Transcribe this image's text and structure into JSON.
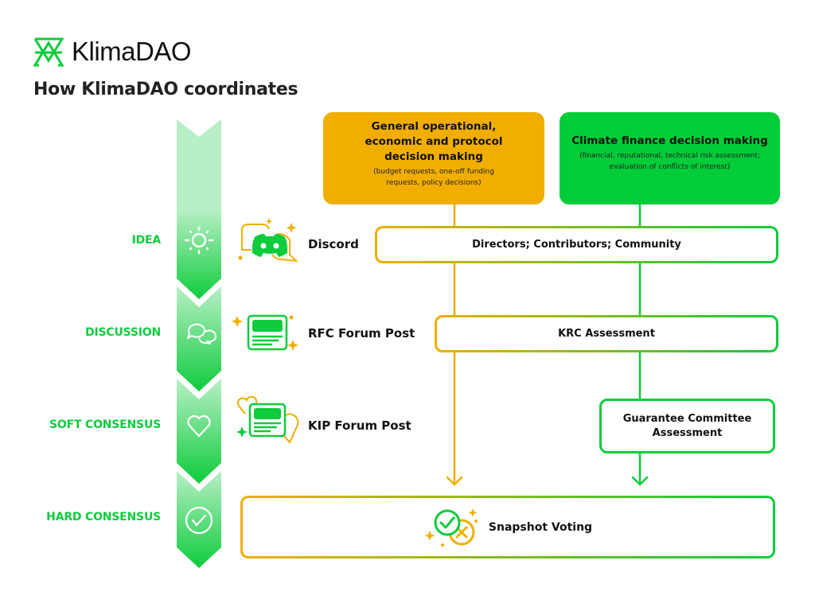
{
  "brand": {
    "name": "KlimaDAO",
    "logo_icon": "klimadao-logo-icon",
    "color": "#0ecc3c"
  },
  "page_title": "How KlimaDAO coordinates",
  "colors": {
    "orange": "#f1ae00",
    "green": "#0ecc3c",
    "green_box": "#01cd38",
    "text": "#111111"
  },
  "stages": [
    {
      "label": "IDEA",
      "icon": "sun-icon"
    },
    {
      "label": "DISCUSSION",
      "icon": "chat-bubbles-icon"
    },
    {
      "label": "SOFT CONSENSUS",
      "icon": "heart-icon"
    },
    {
      "label": "HARD CONSENSUS",
      "icon": "check-circle-icon"
    }
  ],
  "channels": [
    {
      "label": "Discord",
      "icon": "discord-icon"
    },
    {
      "label": "RFC Forum Post",
      "icon": "forum-post-icon"
    },
    {
      "label": "KIP Forum Post",
      "icon": "forum-post-heart-icon"
    }
  ],
  "tracks": {
    "operational": {
      "title": "General operational, economic and protocol decision making",
      "subtitle": "(budget requests, one-off funding requests, policy decisions)"
    },
    "climate": {
      "title": "Climate finance decision making",
      "subtitle": "(financial, reputational, technical risk assessment; evaluation of conflicts of interest)"
    }
  },
  "steps": {
    "community": "Directors; Contributors; Community",
    "krc": "KRC Assessment",
    "guarantee": "Guarantee Committee Assessment",
    "snapshot": "Snapshot Voting"
  }
}
